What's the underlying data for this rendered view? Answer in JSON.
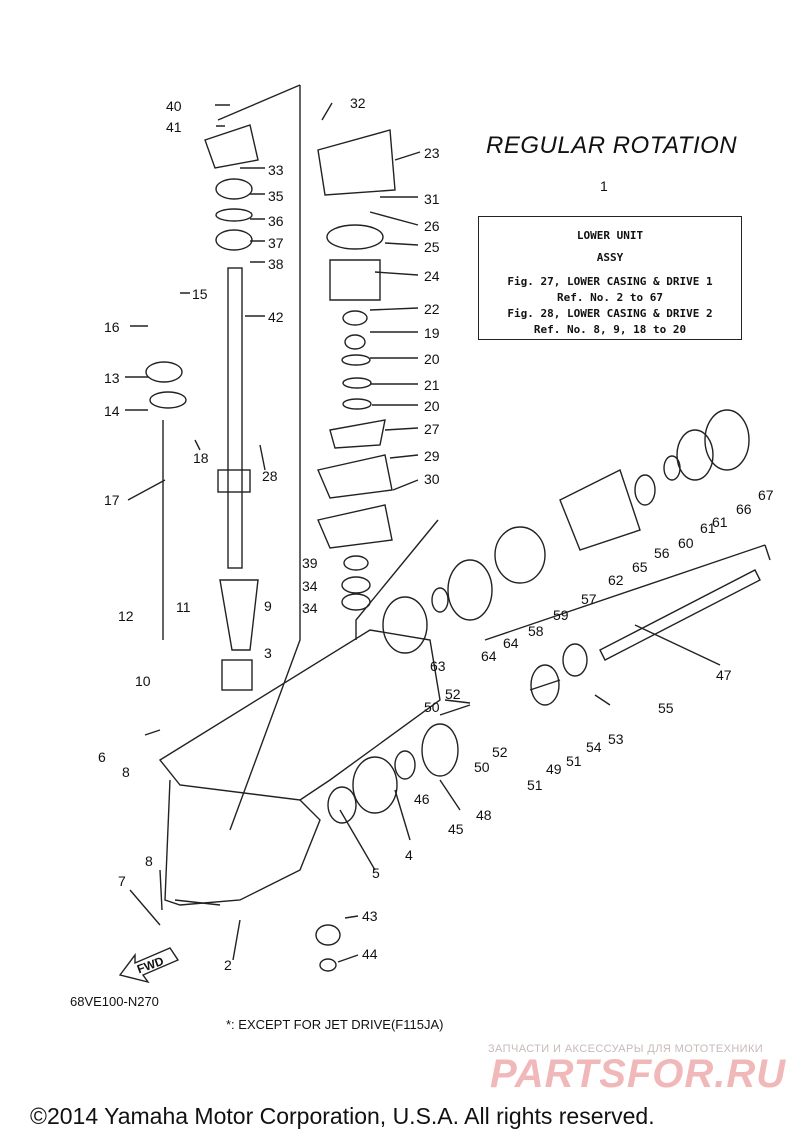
{
  "title": "REGULAR ROTATION",
  "reference_box": {
    "callout": "1",
    "name": "LOWER UNIT",
    "assy": "ASSY",
    "lines": [
      "Fig. 27, LOWER CASING & DRIVE 1",
      "Ref. No. 2 to 67",
      "Fig. 28, LOWER CASING & DRIVE 2",
      "Ref. No. 8, 9, 18 to 20"
    ]
  },
  "diagram_code": "68VE100-N270",
  "footnote": "*: EXCEPT FOR JET DRIVE(F115JA)",
  "forward_arrow_label": "FWD",
  "watermark": {
    "subtitle": "ЗАПЧАСТИ И АКСЕССУАРЫ ДЛЯ МОТОТЕХНИКИ",
    "logo": "PARTSFOR.RU"
  },
  "copyright": "©2014 Yamaha Motor Corporation, U.S.A. All rights reserved.",
  "part_labels": [
    "40",
    "41",
    "32",
    "23",
    "33",
    "31",
    "35",
    "26",
    "36",
    "25",
    "37",
    "38",
    "24",
    "15",
    "42",
    "22",
    "16",
    "19",
    "13",
    "20",
    "21",
    "14",
    "20",
    "27",
    "18",
    "28",
    "29",
    "30",
    "17",
    "67",
    "66",
    "61",
    "60",
    "61",
    "56",
    "65",
    "62",
    "57",
    "39",
    "34",
    "34",
    "59",
    "12",
    "11",
    "9",
    "58",
    "64",
    "64",
    "63",
    "3",
    "47",
    "10",
    "52",
    "55",
    "50",
    "53",
    "54",
    "6",
    "51",
    "8",
    "52",
    "51",
    "49",
    "50",
    "48",
    "46",
    "45",
    "4",
    "5",
    "8",
    "7",
    "43",
    "2",
    "44"
  ],
  "colors": {
    "ink": "#111111",
    "background": "#ffffff",
    "watermark_red": "#f0b8b8"
  }
}
